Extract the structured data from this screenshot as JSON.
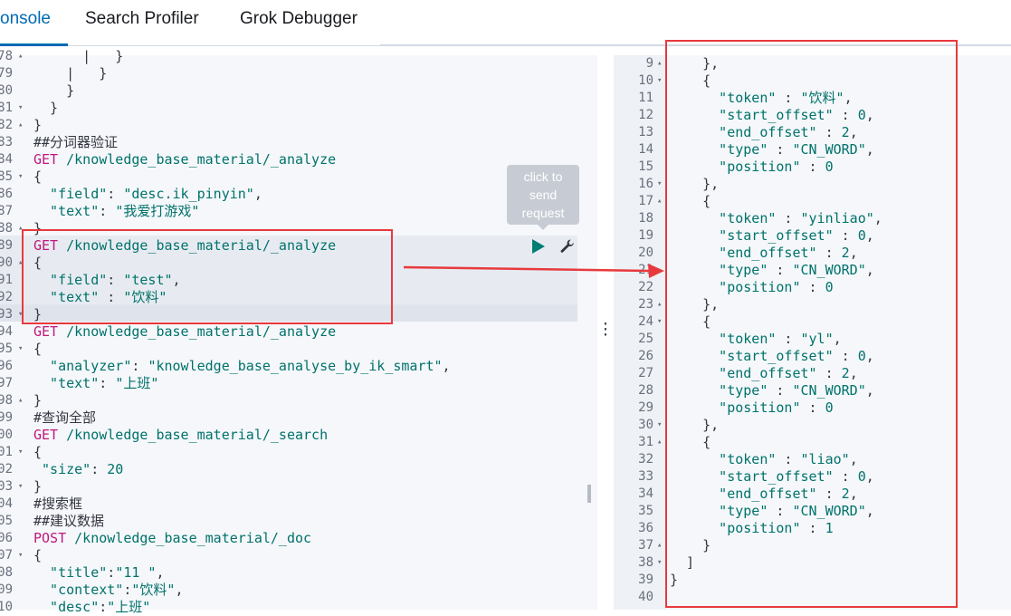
{
  "tabs": [
    {
      "label": "onsole",
      "active": true
    },
    {
      "label": "Search Profiler",
      "active": false
    },
    {
      "label": "Grok Debugger",
      "active": false
    }
  ],
  "tooltip": {
    "lines": [
      "click to",
      "send",
      "request"
    ]
  },
  "colors": {
    "method": "#c1187d",
    "url": "#00726b",
    "accent": "#006bb4",
    "annotation": "#e8393d"
  },
  "editor_lines": [
    {
      "n": "78",
      "code": [
        [
          "p",
          "      |   }"
        ]
      ]
    },
    {
      "n": "79",
      "code": [
        [
          "p",
          "    |   }"
        ]
      ]
    },
    {
      "n": "80",
      "code": [
        [
          "p",
          "    }"
        ]
      ]
    },
    {
      "n": "81",
      "code": [
        [
          "p",
          "  }"
        ]
      ]
    },
    {
      "n": "82",
      "code": [
        [
          "p",
          "}"
        ]
      ]
    },
    {
      "n": "83",
      "code": [
        [
          "c",
          "##分词器验证"
        ]
      ]
    },
    {
      "n": "84",
      "code": [
        [
          "m",
          "GET"
        ],
        [
          "u",
          " /knowledge_base_material/_analyze"
        ]
      ]
    },
    {
      "n": "85",
      "code": [
        [
          "p",
          "{"
        ]
      ]
    },
    {
      "n": "86",
      "code": [
        [
          "k",
          "  \"field\""
        ],
        [
          "p",
          ": "
        ],
        [
          "s",
          "\"desc.ik_pinyin\""
        ],
        [
          "p",
          ","
        ]
      ]
    },
    {
      "n": "87",
      "code": [
        [
          "k",
          "  \"text\""
        ],
        [
          "p",
          ": "
        ],
        [
          "s",
          "\"我爱打游戏\""
        ]
      ]
    },
    {
      "n": "88",
      "code": [
        [
          "p",
          "}"
        ]
      ]
    },
    {
      "n": "89",
      "code": [
        [
          "m",
          "GET"
        ],
        [
          "u",
          " /knowledge_base_material/_analyze"
        ]
      ]
    },
    {
      "n": "90",
      "code": [
        [
          "p",
          "{"
        ]
      ]
    },
    {
      "n": "91",
      "code": [
        [
          "k",
          "  \"field\""
        ],
        [
          "p",
          ": "
        ],
        [
          "s",
          "\"test\""
        ],
        [
          "p",
          ","
        ]
      ]
    },
    {
      "n": "92",
      "code": [
        [
          "k",
          "  \"text\""
        ],
        [
          "p",
          " : "
        ],
        [
          "s",
          "\"饮料\""
        ]
      ]
    },
    {
      "n": "93",
      "code": [
        [
          "p",
          "}"
        ]
      ]
    },
    {
      "n": "94",
      "code": [
        [
          "m",
          "GET"
        ],
        [
          "u",
          " /knowledge_base_material/_analyze"
        ]
      ]
    },
    {
      "n": "95",
      "code": [
        [
          "p",
          "{"
        ]
      ]
    },
    {
      "n": "96",
      "code": [
        [
          "k",
          "  \"analyzer\""
        ],
        [
          "p",
          ": "
        ],
        [
          "s",
          "\"knowledge_base_analyse_by_ik_smart\""
        ],
        [
          "p",
          ","
        ]
      ]
    },
    {
      "n": "97",
      "code": [
        [
          "k",
          "  \"text\""
        ],
        [
          "p",
          ": "
        ],
        [
          "s",
          "\"上班\""
        ]
      ]
    },
    {
      "n": "98",
      "code": [
        [
          "p",
          "}"
        ]
      ]
    },
    {
      "n": "99",
      "code": [
        [
          "c",
          "#查询全部"
        ]
      ]
    },
    {
      "n": "00",
      "code": [
        [
          "m",
          "GET"
        ],
        [
          "u",
          " /knowledge_base_material/_search"
        ]
      ]
    },
    {
      "n": "01",
      "code": [
        [
          "p",
          "{"
        ]
      ]
    },
    {
      "n": "02",
      "code": [
        [
          "k",
          " \"size\""
        ],
        [
          "p",
          ": "
        ],
        [
          "n",
          "20"
        ]
      ]
    },
    {
      "n": "03",
      "code": [
        [
          "p",
          "}"
        ]
      ]
    },
    {
      "n": "04",
      "code": [
        [
          "c",
          "#搜索框"
        ]
      ]
    },
    {
      "n": "05",
      "code": [
        [
          "c",
          "##建议数据"
        ]
      ]
    },
    {
      "n": "06",
      "code": [
        [
          "m",
          "POST"
        ],
        [
          "u",
          " /knowledge_base_material/_doc"
        ]
      ]
    },
    {
      "n": "07",
      "code": [
        [
          "p",
          "{"
        ]
      ]
    },
    {
      "n": "08",
      "code": [
        [
          "k",
          "  \"title\""
        ],
        [
          "p",
          ":"
        ],
        [
          "s",
          "\"11 \""
        ],
        [
          "p",
          ","
        ]
      ]
    },
    {
      "n": "09",
      "code": [
        [
          "k",
          "  \"context\""
        ],
        [
          "p",
          ":"
        ],
        [
          "s",
          "\"饮料\""
        ],
        [
          "p",
          ","
        ]
      ]
    },
    {
      "n": "10",
      "code": [
        [
          "k",
          "  \"desc\""
        ],
        [
          "p",
          ":"
        ],
        [
          "s",
          "\"上班\""
        ]
      ]
    }
  ],
  "output_lines": [
    {
      "n": "9",
      "code": [
        [
          "p",
          "    },"
        ]
      ]
    },
    {
      "n": "10",
      "code": [
        [
          "p",
          "    {"
        ]
      ]
    },
    {
      "n": "11",
      "code": [
        [
          "k",
          "      \"token\""
        ],
        [
          "p",
          " : "
        ],
        [
          "s",
          "\"饮料\""
        ],
        [
          "p",
          ","
        ]
      ]
    },
    {
      "n": "12",
      "code": [
        [
          "k",
          "      \"start_offset\""
        ],
        [
          "p",
          " : "
        ],
        [
          "n",
          "0"
        ],
        [
          "p",
          ","
        ]
      ]
    },
    {
      "n": "13",
      "code": [
        [
          "k",
          "      \"end_offset\""
        ],
        [
          "p",
          " : "
        ],
        [
          "n",
          "2"
        ],
        [
          "p",
          ","
        ]
      ]
    },
    {
      "n": "14",
      "code": [
        [
          "k",
          "      \"type\""
        ],
        [
          "p",
          " : "
        ],
        [
          "s",
          "\"CN_WORD\""
        ],
        [
          "p",
          ","
        ]
      ]
    },
    {
      "n": "15",
      "code": [
        [
          "k",
          "      \"position\""
        ],
        [
          "p",
          " : "
        ],
        [
          "n",
          "0"
        ]
      ]
    },
    {
      "n": "16",
      "code": [
        [
          "p",
          "    },"
        ]
      ]
    },
    {
      "n": "17",
      "code": [
        [
          "p",
          "    {"
        ]
      ]
    },
    {
      "n": "18",
      "code": [
        [
          "k",
          "      \"token\""
        ],
        [
          "p",
          " : "
        ],
        [
          "s",
          "\"yinliao\""
        ],
        [
          "p",
          ","
        ]
      ]
    },
    {
      "n": "19",
      "code": [
        [
          "k",
          "      \"start_offset\""
        ],
        [
          "p",
          " : "
        ],
        [
          "n",
          "0"
        ],
        [
          "p",
          ","
        ]
      ]
    },
    {
      "n": "20",
      "code": [
        [
          "k",
          "      \"end_offset\""
        ],
        [
          "p",
          " : "
        ],
        [
          "n",
          "2"
        ],
        [
          "p",
          ","
        ]
      ]
    },
    {
      "n": "21",
      "code": [
        [
          "k",
          "      \"type\""
        ],
        [
          "p",
          " : "
        ],
        [
          "s",
          "\"CN_WORD\""
        ],
        [
          "p",
          ","
        ]
      ]
    },
    {
      "n": "22",
      "code": [
        [
          "k",
          "      \"position\""
        ],
        [
          "p",
          " : "
        ],
        [
          "n",
          "0"
        ]
      ]
    },
    {
      "n": "23",
      "code": [
        [
          "p",
          "    },"
        ]
      ]
    },
    {
      "n": "24",
      "code": [
        [
          "p",
          "    {"
        ]
      ]
    },
    {
      "n": "25",
      "code": [
        [
          "k",
          "      \"token\""
        ],
        [
          "p",
          " : "
        ],
        [
          "s",
          "\"yl\""
        ],
        [
          "p",
          ","
        ]
      ]
    },
    {
      "n": "26",
      "code": [
        [
          "k",
          "      \"start_offset\""
        ],
        [
          "p",
          " : "
        ],
        [
          "n",
          "0"
        ],
        [
          "p",
          ","
        ]
      ]
    },
    {
      "n": "27",
      "code": [
        [
          "k",
          "      \"end_offset\""
        ],
        [
          "p",
          " : "
        ],
        [
          "n",
          "2"
        ],
        [
          "p",
          ","
        ]
      ]
    },
    {
      "n": "28",
      "code": [
        [
          "k",
          "      \"type\""
        ],
        [
          "p",
          " : "
        ],
        [
          "s",
          "\"CN_WORD\""
        ],
        [
          "p",
          ","
        ]
      ]
    },
    {
      "n": "29",
      "code": [
        [
          "k",
          "      \"position\""
        ],
        [
          "p",
          " : "
        ],
        [
          "n",
          "0"
        ]
      ]
    },
    {
      "n": "30",
      "code": [
        [
          "p",
          "    },"
        ]
      ]
    },
    {
      "n": "31",
      "code": [
        [
          "p",
          "    {"
        ]
      ]
    },
    {
      "n": "32",
      "code": [
        [
          "k",
          "      \"token\""
        ],
        [
          "p",
          " : "
        ],
        [
          "s",
          "\"liao\""
        ],
        [
          "p",
          ","
        ]
      ]
    },
    {
      "n": "33",
      "code": [
        [
          "k",
          "      \"start_offset\""
        ],
        [
          "p",
          " : "
        ],
        [
          "n",
          "0"
        ],
        [
          "p",
          ","
        ]
      ]
    },
    {
      "n": "34",
      "code": [
        [
          "k",
          "      \"end_offset\""
        ],
        [
          "p",
          " : "
        ],
        [
          "n",
          "2"
        ],
        [
          "p",
          ","
        ]
      ]
    },
    {
      "n": "35",
      "code": [
        [
          "k",
          "      \"type\""
        ],
        [
          "p",
          " : "
        ],
        [
          "s",
          "\"CN_WORD\""
        ],
        [
          "p",
          ","
        ]
      ]
    },
    {
      "n": "36",
      "code": [
        [
          "k",
          "      \"position\""
        ],
        [
          "p",
          " : "
        ],
        [
          "n",
          "1"
        ]
      ]
    },
    {
      "n": "37",
      "code": [
        [
          "p",
          "    }"
        ]
      ]
    },
    {
      "n": "38",
      "code": [
        [
          "p",
          "  ]"
        ]
      ]
    },
    {
      "n": "39",
      "code": [
        [
          "p",
          "}"
        ]
      ]
    },
    {
      "n": "40",
      "code": []
    }
  ]
}
